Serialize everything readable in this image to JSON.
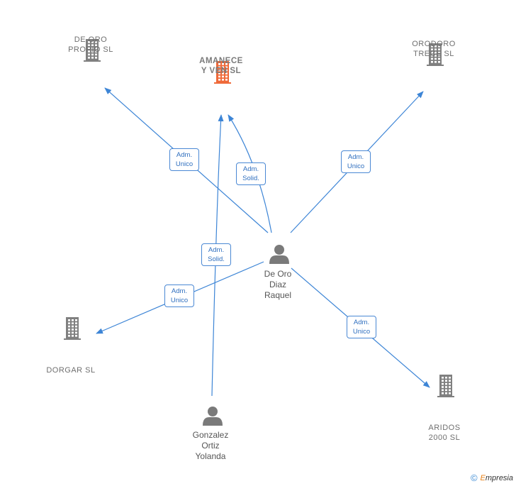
{
  "colors": {
    "edge": "#3d85d6",
    "company": "#808080",
    "company_main": "#ef6a3a",
    "person": "#7a7a7a"
  },
  "companies": [
    {
      "id": "amanece",
      "label": "AMANECE\nY VEN  SL",
      "main": true,
      "icon": "building-icon"
    },
    {
      "id": "de-oro-propio",
      "label": "DE ORO\nPROPIO  SL",
      "icon": "building-icon"
    },
    {
      "id": "orodoro",
      "label": "ORODORO\nTRECE  SL",
      "icon": "building-icon"
    },
    {
      "id": "dorgar",
      "label": "DORGAR  SL",
      "icon": "building-icon"
    },
    {
      "id": "aridos",
      "label": "ARIDOS\n2000  SL",
      "icon": "building-icon"
    }
  ],
  "people": [
    {
      "id": "de-oro-diaz",
      "label": "De Oro\nDiaz\nRaquel",
      "icon": "person-icon"
    },
    {
      "id": "gonzalez",
      "label": "Gonzalez\nOrtiz\nYolanda",
      "icon": "person-icon"
    }
  ],
  "edges": [
    {
      "from": "de-oro-diaz",
      "to": "de-oro-propio",
      "label": "Adm.\nUnico"
    },
    {
      "from": "de-oro-diaz",
      "to": "amanece",
      "label": "Adm.\nSolid."
    },
    {
      "from": "de-oro-diaz",
      "to": "orodoro",
      "label": "Adm.\nUnico"
    },
    {
      "from": "de-oro-diaz",
      "to": "dorgar",
      "label": "Adm.\nUnico"
    },
    {
      "from": "de-oro-diaz",
      "to": "aridos",
      "label": "Adm.\nUnico"
    },
    {
      "from": "gonzalez",
      "to": "amanece",
      "label": "Adm.\nSolid."
    }
  ],
  "footer": {
    "copyright": "©",
    "brand_prefix": "E",
    "brand_rest": "mpresia"
  }
}
